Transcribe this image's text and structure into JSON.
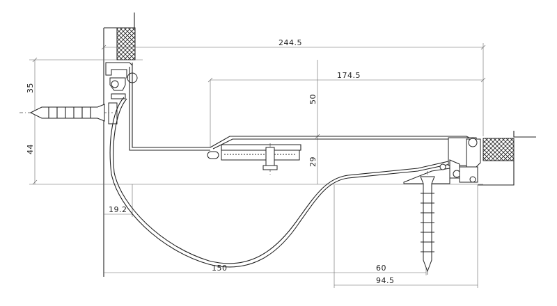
{
  "drawing": {
    "dimensions": {
      "overall_width": "244.5",
      "inner_width": "174.5",
      "height_top": "35",
      "height_bottom": "44",
      "depth": "50",
      "lower_depth": "29",
      "offset_left": "19.2",
      "profile_span": "150",
      "right_span": "60",
      "right_total": "94.5"
    },
    "colors": {
      "line": "#222222",
      "dimension_line": "#666666",
      "background": "#ffffff"
    }
  }
}
